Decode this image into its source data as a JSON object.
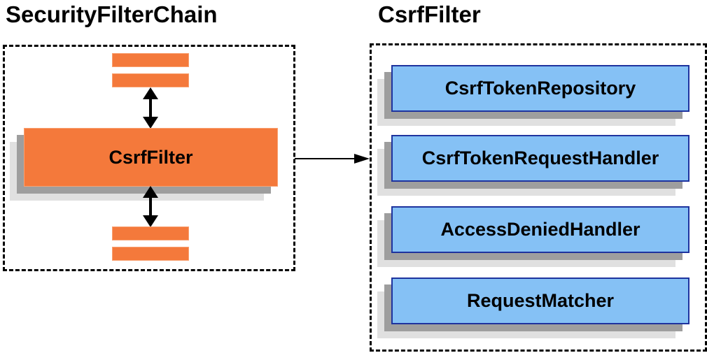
{
  "colors": {
    "orange": "#f4793b",
    "orange_border": "#f9a171",
    "blue_fill": "#85c1f5",
    "blue_border": "#1e339e",
    "shadow_dark": "#9e9e9e",
    "shadow_light": "#e0e0e0",
    "ink": "#000000"
  },
  "left_panel": {
    "title": "SecurityFilterChain",
    "filter_label": "CsrfFilter"
  },
  "right_panel": {
    "title": "CsrfFilter",
    "components": [
      "CsrfTokenRepository",
      "CsrfTokenRequestHandler",
      "AccessDeniedHandler",
      "RequestMatcher"
    ]
  }
}
